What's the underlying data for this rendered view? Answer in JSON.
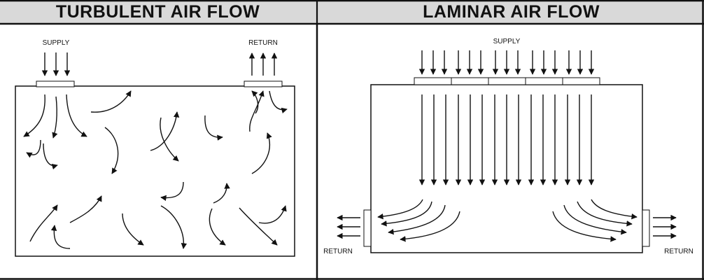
{
  "panels": {
    "turbulent": {
      "title": "TURBULENT AIR FLOW",
      "supply_label": "SUPPLY",
      "return_label": "RETURN"
    },
    "laminar": {
      "title": "LAMINAR AIR FLOW",
      "supply_label": "SUPPLY",
      "return_left_label": "RETURN",
      "return_right_label": "RETURN"
    }
  }
}
